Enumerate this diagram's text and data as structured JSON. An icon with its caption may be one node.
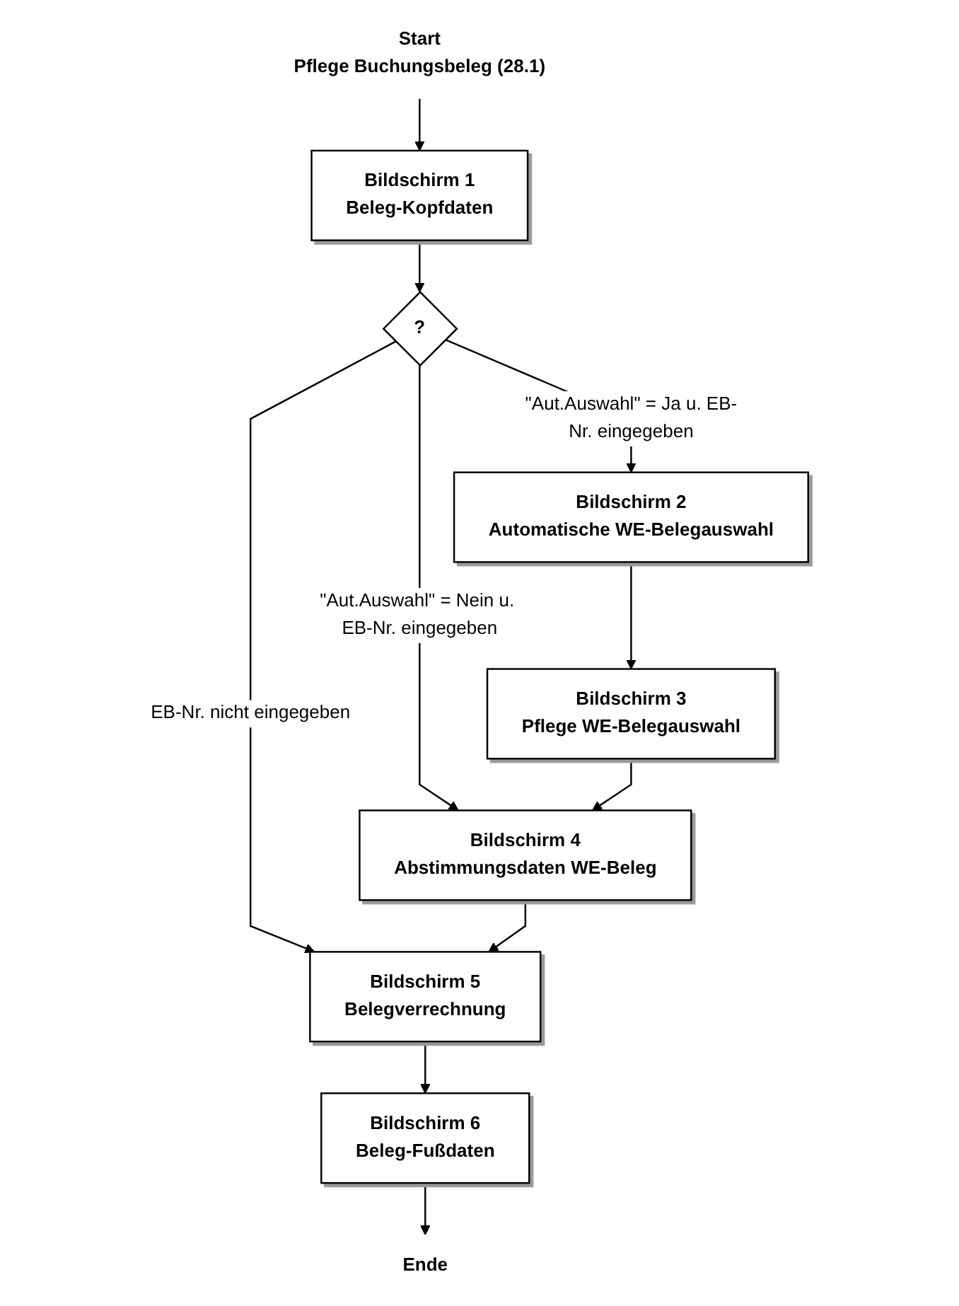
{
  "diagram": {
    "nodes": [
      {
        "text": [
          "Start",
          "Pflege Buchungsbeleg (28.1)"
        ]
      },
      {
        "text": [
          "Bildschirm 1",
          "Beleg-Kopfdaten"
        ]
      },
      {
        "text": [
          "?"
        ]
      },
      {
        "text": [
          "Bildschirm 2",
          "Automatische WE-Belegauswahl"
        ]
      },
      {
        "text": [
          "Bildschirm 3",
          "Pflege WE-Belegauswahl"
        ]
      },
      {
        "text": [
          "Bildschirm 4",
          "Abstimmungsdaten WE-Beleg"
        ]
      },
      {
        "text": [
          "Bildschirm 5",
          "Belegverrechnung"
        ]
      },
      {
        "text": [
          "Bildschirm 6",
          "Beleg-Fußdaten"
        ]
      },
      {
        "text": [
          "Ende"
        ]
      }
    ],
    "edges": [
      {
        "from": 0,
        "to": 1,
        "arrow": "to"
      },
      {
        "from": 1,
        "to": 2,
        "arrow": "to"
      },
      {
        "from": 2,
        "to": 3,
        "arrow": "to",
        "label": "\"Aut.Auswahl\" = Ja u. EB-Nr. eingegeben"
      },
      {
        "from": 2,
        "to": 5,
        "arrow": "to",
        "label": "\"Aut.Auswahl\" = Nein u. EB-Nr. eingegeben"
      },
      {
        "from": 2,
        "to": 6,
        "arrow": "to",
        "label": "EB-Nr. nicht eingegeben"
      },
      {
        "from": 3,
        "to": 4,
        "arrow": "to"
      },
      {
        "from": 4,
        "to": 5,
        "arrow": "to"
      },
      {
        "from": 5,
        "to": 6,
        "arrow": "to"
      },
      {
        "from": 6,
        "to": 7,
        "arrow": "to"
      },
      {
        "from": 7,
        "to": 8,
        "arrow": "to"
      }
    ]
  }
}
